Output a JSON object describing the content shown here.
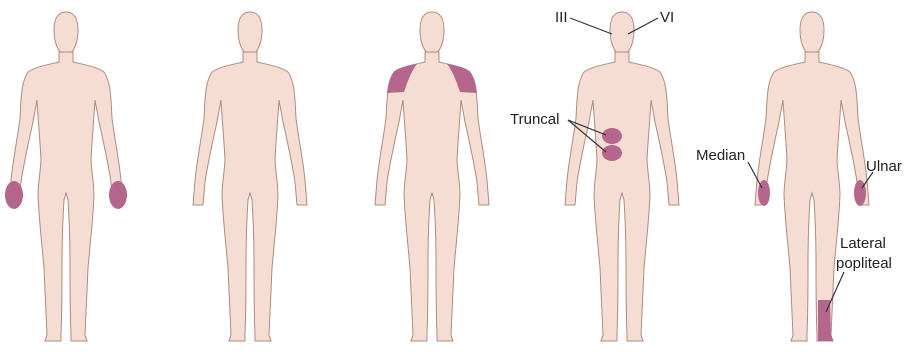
{
  "colors": {
    "skin": "#f6ddd3",
    "outline": "#b08a7f",
    "affected": "#b5668c",
    "affected_light": "#cd93ad",
    "leader": "#333333"
  },
  "labels": {
    "nerve_iii": "III",
    "nerve_vi": "VI",
    "truncal": "Truncal",
    "median": "Median",
    "ulnar": "Ulnar",
    "lateral": "Lateral",
    "popliteal": "popliteal"
  }
}
